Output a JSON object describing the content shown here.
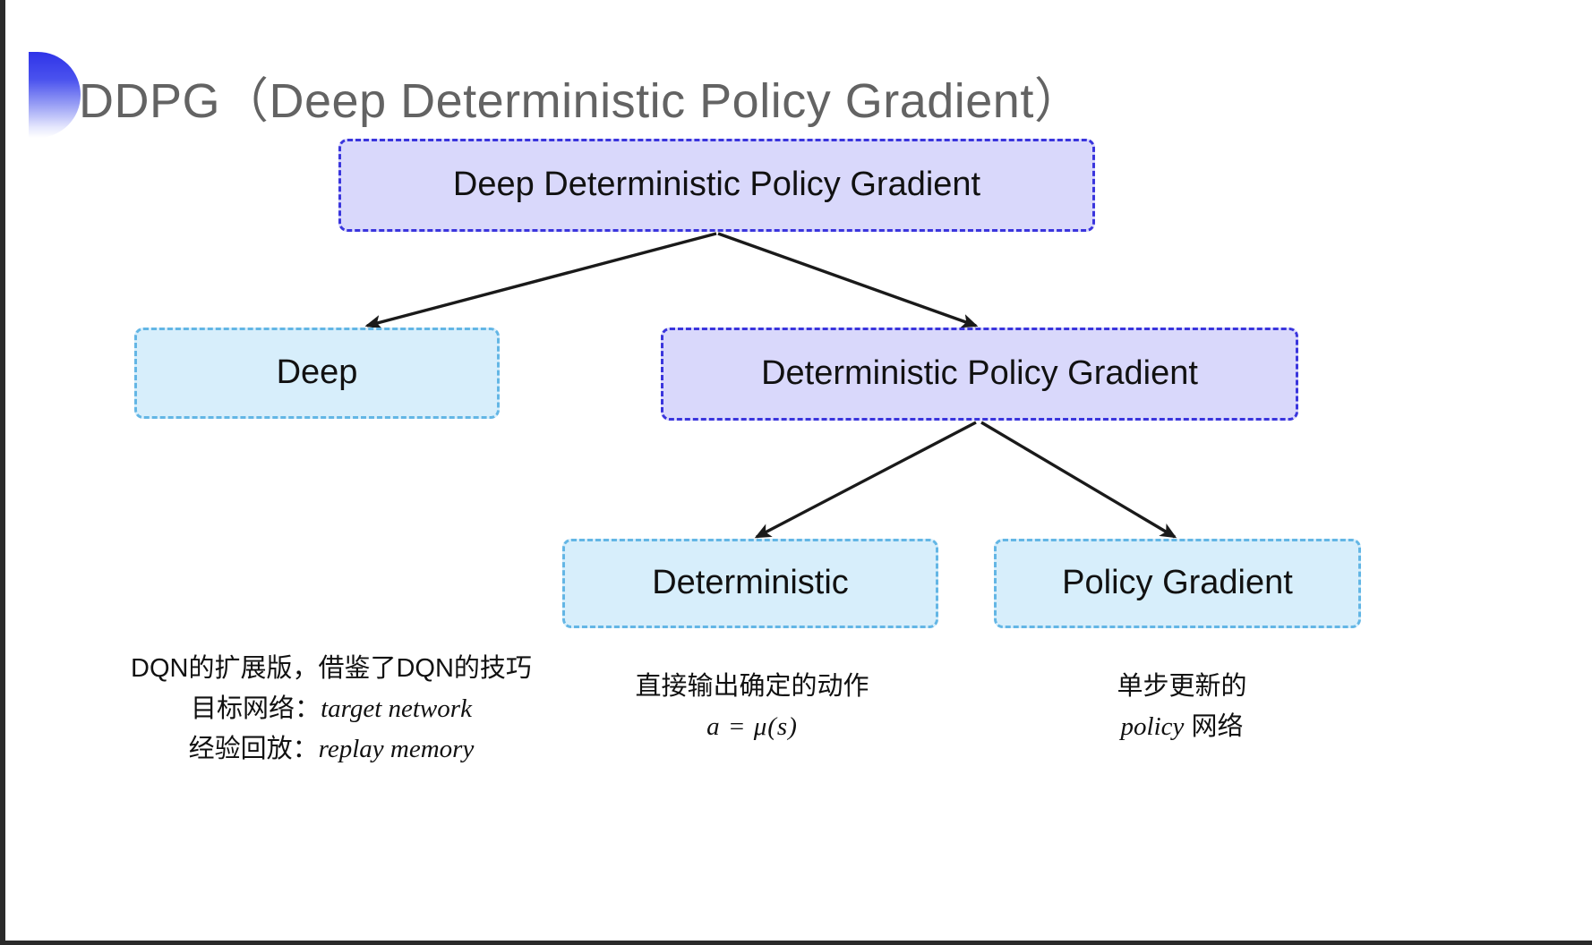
{
  "slide": {
    "title": "DDPG（Deep Deterministic Policy Gradient）",
    "background_color": "#ffffff"
  },
  "palette": {
    "purple_fill": "#d9d8fb",
    "purple_border": "#3a35dd",
    "cyan_fill": "#d7eefb",
    "cyan_border": "#63b6e5",
    "title_color": "#636363",
    "marker_gradient_from": "#2f33e8",
    "marker_gradient_to": "#ffffff",
    "arrow_color": "#1a1a1a",
    "text_color": "#111111"
  },
  "diagram": {
    "type": "tree",
    "nodes": [
      {
        "id": "root",
        "label": "Deep Deterministic Policy Gradient",
        "style": "purple",
        "level": 0
      },
      {
        "id": "deep",
        "label": "Deep",
        "style": "cyan",
        "level": 1
      },
      {
        "id": "dpg",
        "label": "Deterministic Policy Gradient",
        "style": "purple",
        "level": 1
      },
      {
        "id": "deterministic",
        "label": "Deterministic",
        "style": "cyan",
        "level": 2
      },
      {
        "id": "policy_gradient",
        "label": "Policy Gradient",
        "style": "cyan",
        "level": 2
      }
    ],
    "edges": [
      {
        "from": "root",
        "to": "deep"
      },
      {
        "from": "root",
        "to": "dpg"
      },
      {
        "from": "dpg",
        "to": "deterministic"
      },
      {
        "from": "dpg",
        "to": "policy_gradient"
      }
    ]
  },
  "annotations": {
    "deep": {
      "line1": "DQN的扩展版，借鉴了DQN的技巧",
      "line2_label": "目标网络：",
      "line2_term": "target network",
      "line3_label": "经验回放：",
      "line3_term": "replay memory"
    },
    "deterministic": {
      "line1": "直接输出确定的动作",
      "formula": "a = μ(s)"
    },
    "policy_gradient": {
      "line1": "单步更新的",
      "line2_term": "policy",
      "line2_suffix": " 网络"
    }
  }
}
